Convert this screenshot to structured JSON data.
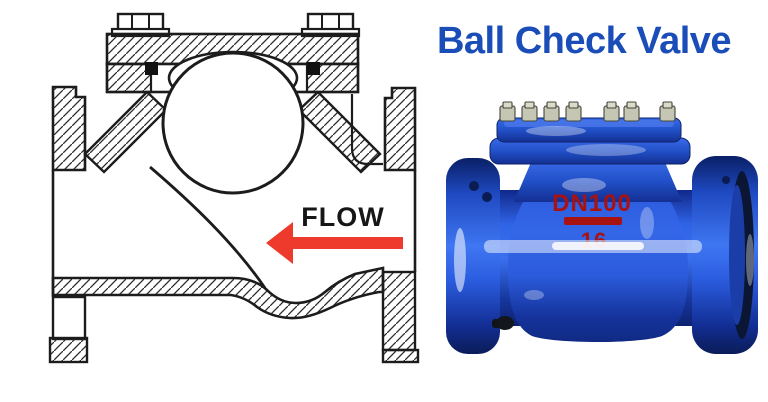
{
  "title": {
    "text": "Ball Check Valve",
    "color": "#1b4db9"
  },
  "diagram": {
    "flow_label": "FLOW",
    "arrow_color": "#ee3a2d",
    "line_color": "#1c1c1c"
  },
  "valve_photo": {
    "marking_top": "DN100",
    "marking_bottom": "16",
    "marking_color": "#a81312",
    "body_blue": "#2f63e6",
    "dark_blue": "#0a1f66",
    "bolt_metal": "#c6c6b4"
  }
}
